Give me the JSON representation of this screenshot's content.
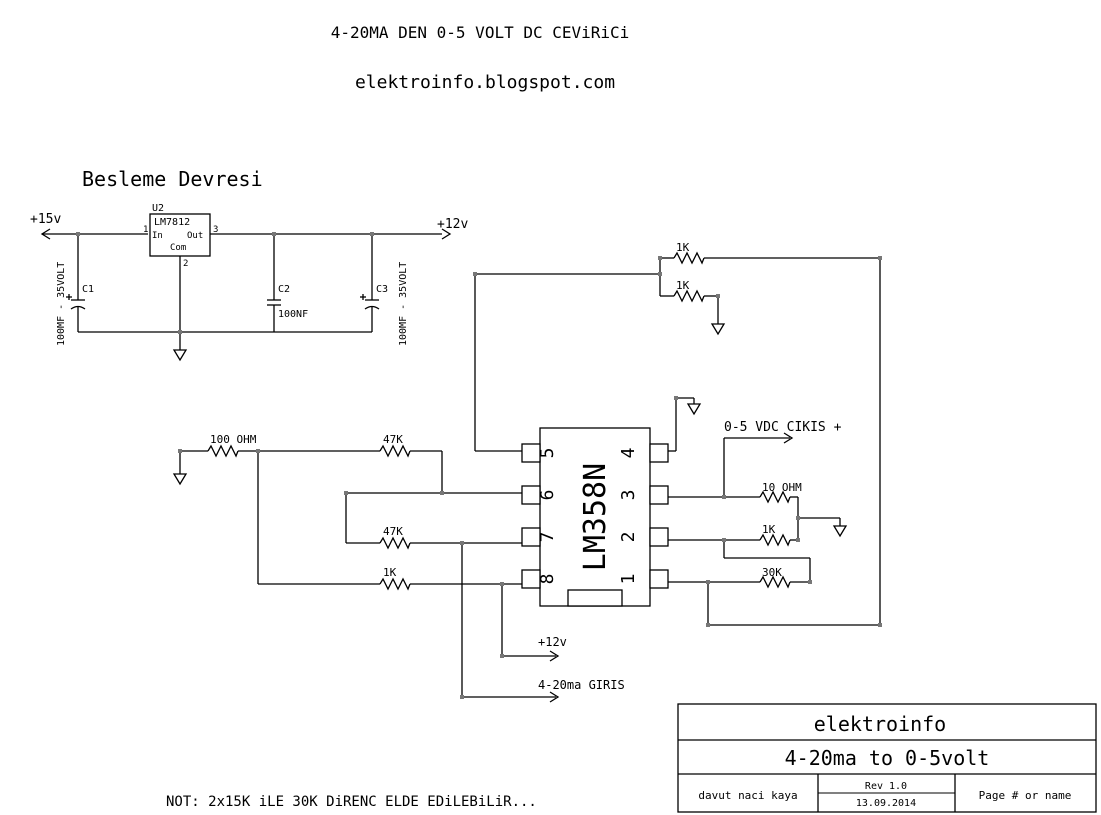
{
  "header": {
    "title": "4-20MA DEN 0-5 VOLT DC CEViRiCi",
    "website": "elektroinfo.blogspot.com"
  },
  "supply": {
    "heading": "Besleme Devresi",
    "in_voltage": "+15v",
    "out_voltage": "+12v",
    "regulator_ref": "U2",
    "regulator_part": "LM7812",
    "reg_in": "In",
    "reg_out": "Out",
    "reg_com": "Com",
    "pin_in": "1",
    "pin_out": "3",
    "pin_com": "2",
    "c1_ref": "C1",
    "c1_value": "100MF - 35VOLT",
    "c2_ref": "C2",
    "c2_value": "100NF",
    "c3_ref": "C3",
    "c3_value": "100MF - 35VOLT"
  },
  "opamp": {
    "part": "LM358N",
    "pins_left": [
      "5",
      "6",
      "7",
      "8"
    ],
    "pins_right": [
      "4",
      "3",
      "2",
      "1"
    ]
  },
  "resistors": {
    "r100": "100 OHM",
    "r47k_a": "47K",
    "r47k_b": "47K",
    "r1k_in": "1K",
    "r1k_top_a": "1K",
    "r1k_top_b": "1K",
    "r10": "10 OHM",
    "r1k_right": "1K",
    "r30k": "30K"
  },
  "io": {
    "output_label": "0-5 VDC CIKIS +",
    "supply_label": "+12v",
    "input_label": "4-20ma GIRIS"
  },
  "note": "NOT: 2x15K iLE 30K DiRENC ELDE EDiLEBiLiR...",
  "title_block": {
    "company": "elektroinfo",
    "title": "4-20ma to 0-5volt",
    "author": "davut naci kaya",
    "rev": "Rev 1.0",
    "date": "13.09.2014",
    "page": "Page # or name"
  }
}
